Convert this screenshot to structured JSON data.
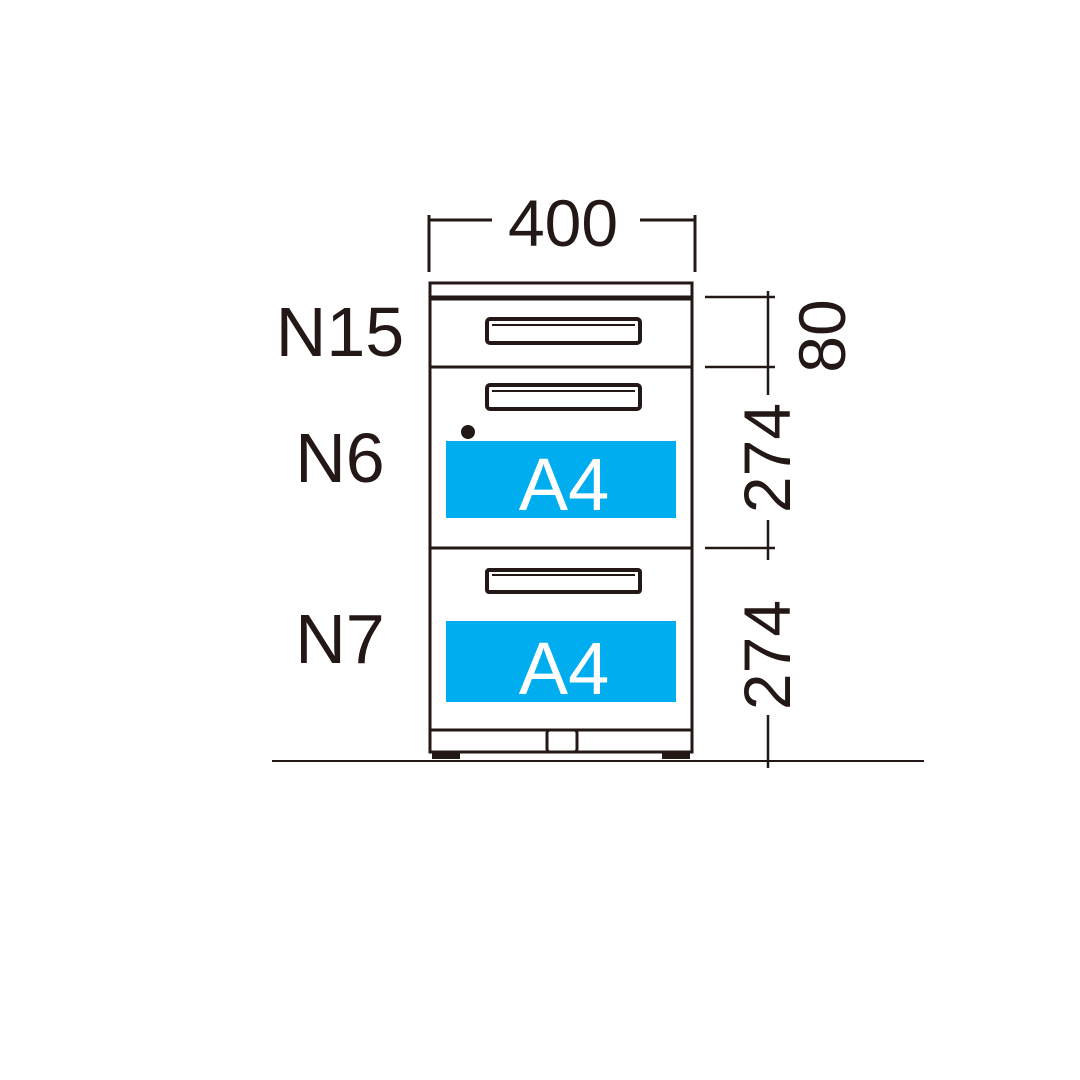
{
  "dimensions": {
    "width": "400",
    "height_top": "80",
    "height_middle": "274",
    "height_bottom": "274"
  },
  "drawers": [
    {
      "label": "N15"
    },
    {
      "label": "N6",
      "paper": "A4"
    },
    {
      "label": "N7",
      "paper": "A4"
    }
  ],
  "colors": {
    "line": "#231815",
    "accent": "#00AEEF"
  }
}
